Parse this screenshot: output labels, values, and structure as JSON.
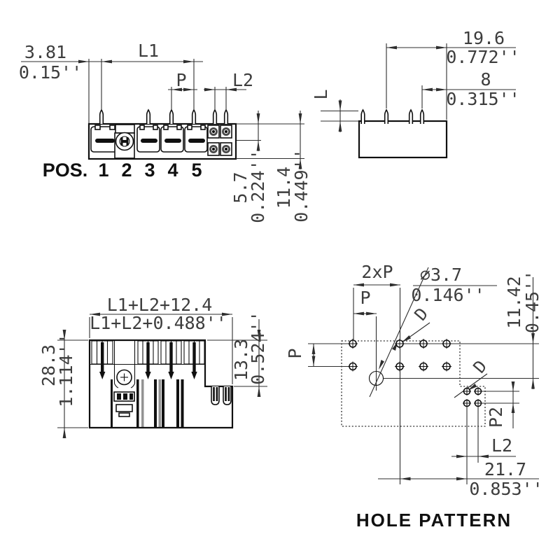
{
  "drawing_title": "HOLE PATTERN",
  "view_top": {
    "offset_mm": "3.81",
    "offset_in": "0.15''",
    "l1": "L1",
    "p": "P",
    "l2": "L2",
    "h1_mm": "5.7",
    "h1_in": "0.224''",
    "h2_mm": "11.4",
    "h2_in": "0.449''",
    "pos_label": "POS.",
    "positions": [
      "1",
      "2",
      "3",
      "4",
      "5"
    ]
  },
  "view_side": {
    "pin_len": "L",
    "depth_mm": "19.6",
    "depth_in": "0.772''",
    "row_mm": "8",
    "row_in": "0.315''"
  },
  "view_front": {
    "width_mm": "L1+L2+12.4",
    "width_in": "L1+L2+0.488''",
    "height_mm": "28.3",
    "height_in": "1.114''",
    "step_mm": "13.3",
    "step_in": "0.524''"
  },
  "view_holes": {
    "title": "HOLE PATTERN",
    "two_p": "2xP",
    "p_top": "P",
    "p_left": "P",
    "dia_mm": "∅3.7",
    "dia_in": "0.146''",
    "d1": "D",
    "d2": "D",
    "row_mm": "11.42",
    "row_in": "0.45''",
    "p2": "P2",
    "l2": "L2",
    "span_mm": "21.7",
    "span_in": "0.853''"
  },
  "colors": {
    "line": "#2e2e2e",
    "heavy": "#101010",
    "dim_text": "#3d3d3d",
    "background": "#ffffff"
  }
}
